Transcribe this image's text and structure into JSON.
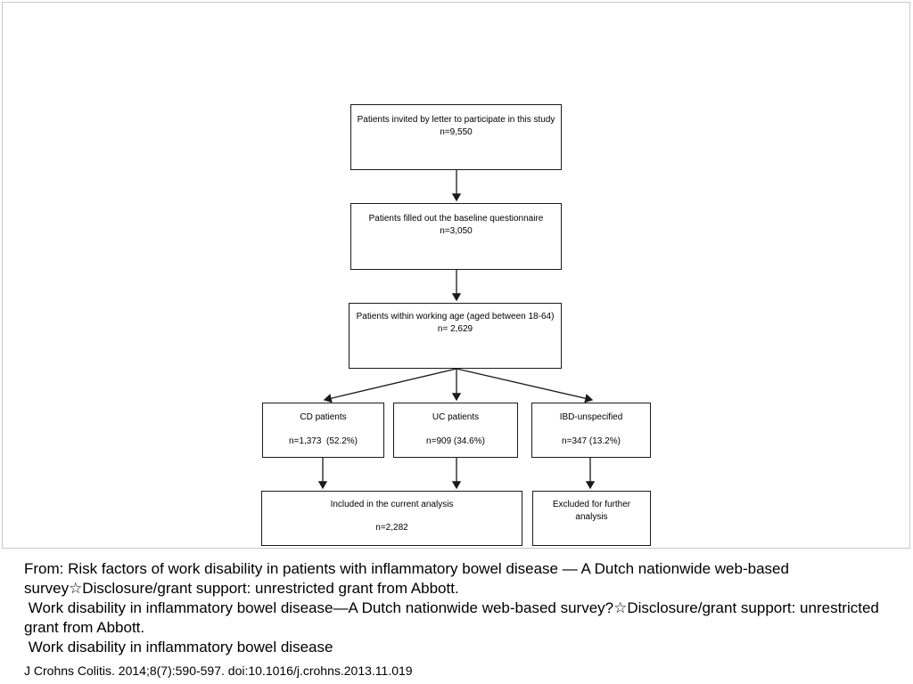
{
  "flowchart": {
    "box1": {
      "text": "Patients invited by letter to participate in this study n=9,550"
    },
    "box2": {
      "line1": "Patients filled out the baseline questionnaire",
      "line2": "n=3,050"
    },
    "box3": {
      "text": "Patients within working age (aged between 18-64) n= 2,629"
    },
    "cd": {
      "label": "CD patients",
      "count": "n=1,373  (52.2%)"
    },
    "uc": {
      "label": "UC patients",
      "count": "n=909 (34.6%)"
    },
    "ibd": {
      "label": "IBD-unspecified",
      "count": "n=347 (13.2%)"
    },
    "included": {
      "label": "Included in the current analysis",
      "count": "n=2,282"
    },
    "excluded": {
      "text": "Excluded for further analysis"
    }
  },
  "caption": {
    "from": "From: Risk factors of work disability in patients with inflammatory bowel disease — A Dutch nationwide web-based survey☆Disclosure/grant support: unrestricted grant from Abbott.",
    "title_repeat": " Work disability in inflammatory bowel disease—A Dutch nationwide web-based survey?☆Disclosure/grant support: unrestricted grant from Abbott.",
    "short_title": " Work disability in inflammatory bowel disease",
    "citation": "J Crohns Colitis. 2014;8(7):590-597. doi:10.1016/j.crohns.2013.11.019"
  }
}
